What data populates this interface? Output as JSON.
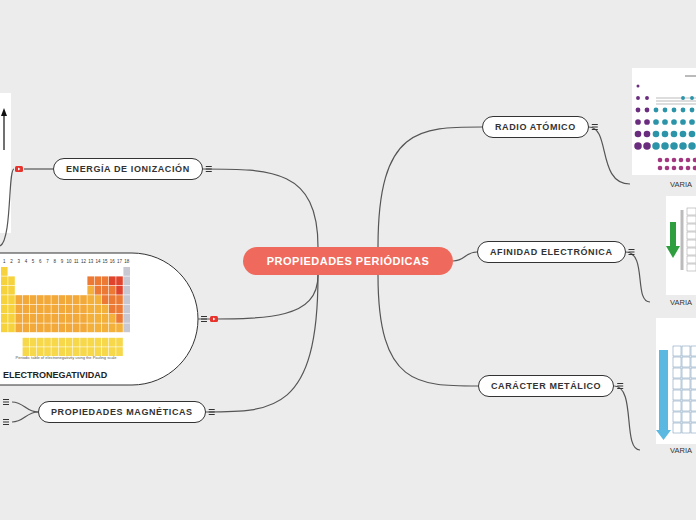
{
  "diagram": {
    "nodes": [
      {
        "text": [
          "PROPIEDADES PERIÓDICAS"
        ]
      },
      {
        "text": [
          "RADIO ATÓMICO"
        ]
      },
      {
        "text": [
          "VARIA"
        ]
      },
      {
        "text": [
          "AFINIDAD ELECTRÓNICA"
        ]
      },
      {
        "text": [
          "VARIA"
        ]
      },
      {
        "text": [
          "CARÁCTER METÁLICO"
        ]
      },
      {
        "text": [
          "VARIA"
        ]
      },
      {
        "text": [
          "ENERGÍA DE IONIZACIÓN"
        ]
      },
      {
        "text": [
          "ELECTRONEGATIVIDAD"
        ]
      },
      {
        "text": [
          "PROPIEDADES MAGNÉTICAS"
        ]
      }
    ],
    "edges": [
      {
        "from": 0,
        "to": 1,
        "arrow": "none"
      },
      {
        "from": 1,
        "to": 2,
        "arrow": "none"
      },
      {
        "from": 0,
        "to": 3,
        "arrow": "none"
      },
      {
        "from": 3,
        "to": 4,
        "arrow": "none"
      },
      {
        "from": 0,
        "to": 5,
        "arrow": "none"
      },
      {
        "from": 5,
        "to": 6,
        "arrow": "none"
      },
      {
        "from": 0,
        "to": 7,
        "arrow": "none"
      },
      {
        "from": 0,
        "to": 8,
        "arrow": "none"
      },
      {
        "from": 0,
        "to": 9,
        "arrow": "none"
      }
    ],
    "labels": [
      "1",
      "2",
      "3",
      "4",
      "5",
      "6",
      "7",
      "8",
      "9",
      "10",
      "11",
      "12",
      "13",
      "14",
      "15",
      "16",
      "17",
      "18",
      "Periodic table of electronegativity using the Pauling scale"
    ]
  }
}
